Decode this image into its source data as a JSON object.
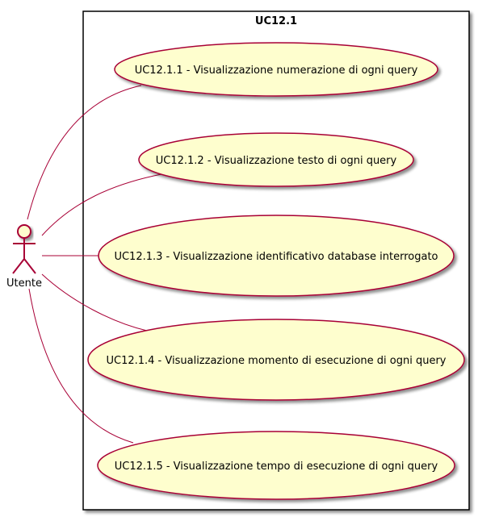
{
  "diagram": {
    "system": {
      "title": "UC12.1"
    },
    "actor": {
      "label": "Utente"
    },
    "use_cases": [
      {
        "label": "UC12.1.1 - Visualizzazione numerazione di ogni query"
      },
      {
        "label": "UC12.1.2 - Visualizzazione testo di ogni query"
      },
      {
        "label": "UC12.1.3 - Visualizzazione identificativo database interrogato"
      },
      {
        "label": "UC12.1.4 - Visualizzazione momento di esecuzione di ogni query"
      },
      {
        "label": "UC12.1.5 - Visualizzazione tempo di esecuzione di ogni query"
      }
    ],
    "colors": {
      "ellipse_fill": "#FEFECE",
      "ellipse_stroke": "#A80036",
      "line": "#A80036",
      "box_stroke": "#000000",
      "shadow": "#B4B4B4"
    }
  }
}
